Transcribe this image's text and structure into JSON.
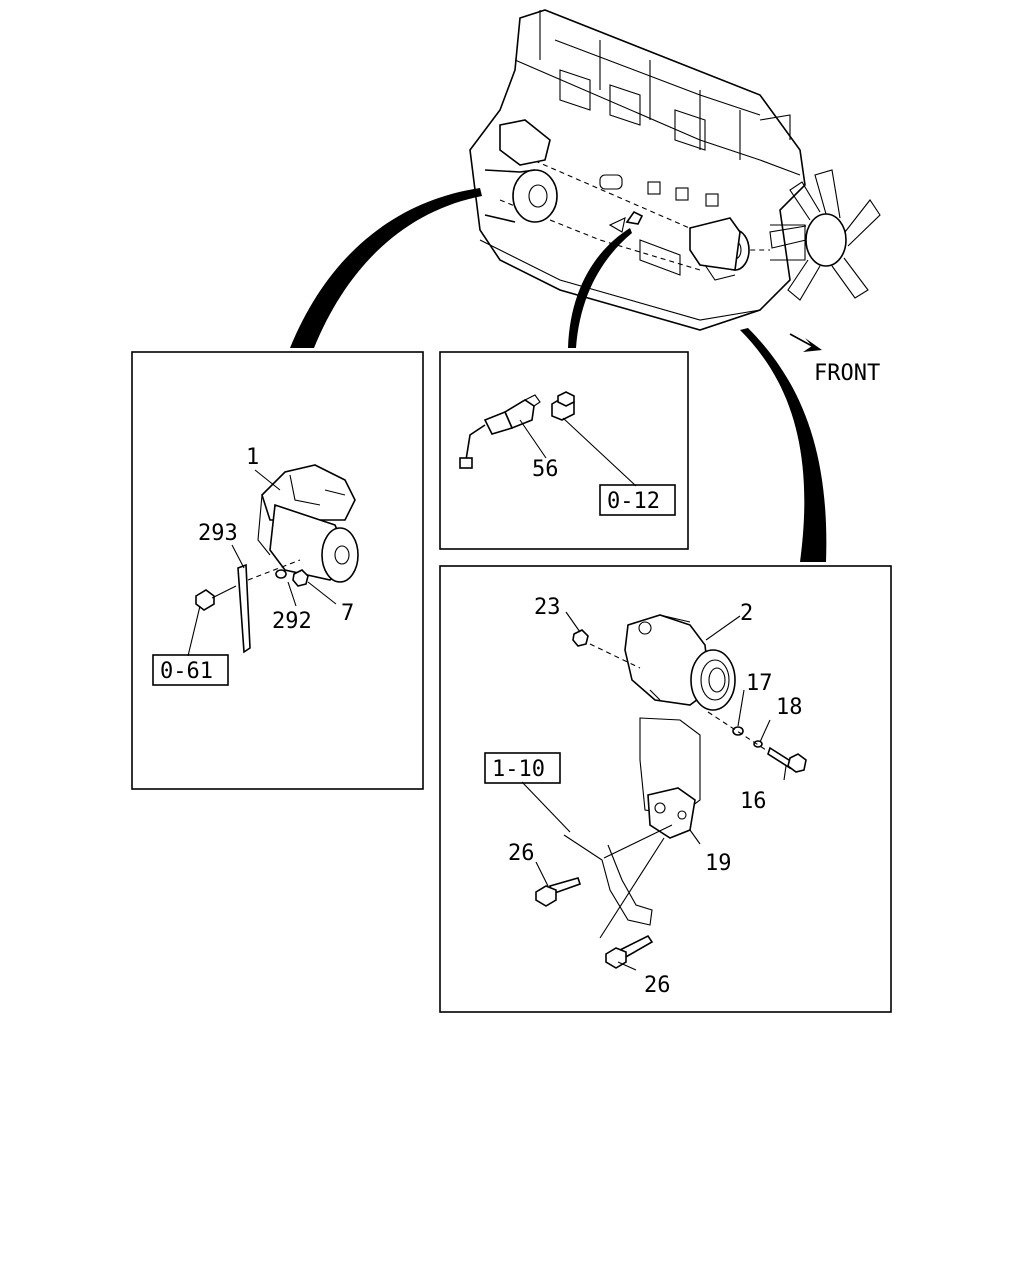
{
  "direction_label": "FRONT",
  "panel_left": {
    "labels": {
      "starter": "1",
      "bracket": "293",
      "washer": "292",
      "nut": "7"
    },
    "ref_box": "0-61"
  },
  "panel_top_right": {
    "labels": {
      "sensor": "56"
    },
    "ref_box": "0-12"
  },
  "panel_bottom_right": {
    "labels": {
      "nut": "23",
      "alternator": "2",
      "washer": "17",
      "spring_washer": "18",
      "bolt": "16",
      "bracket": "19",
      "bolt_upper": "26",
      "bolt_lower": "26"
    },
    "ref_box": "1-10"
  }
}
